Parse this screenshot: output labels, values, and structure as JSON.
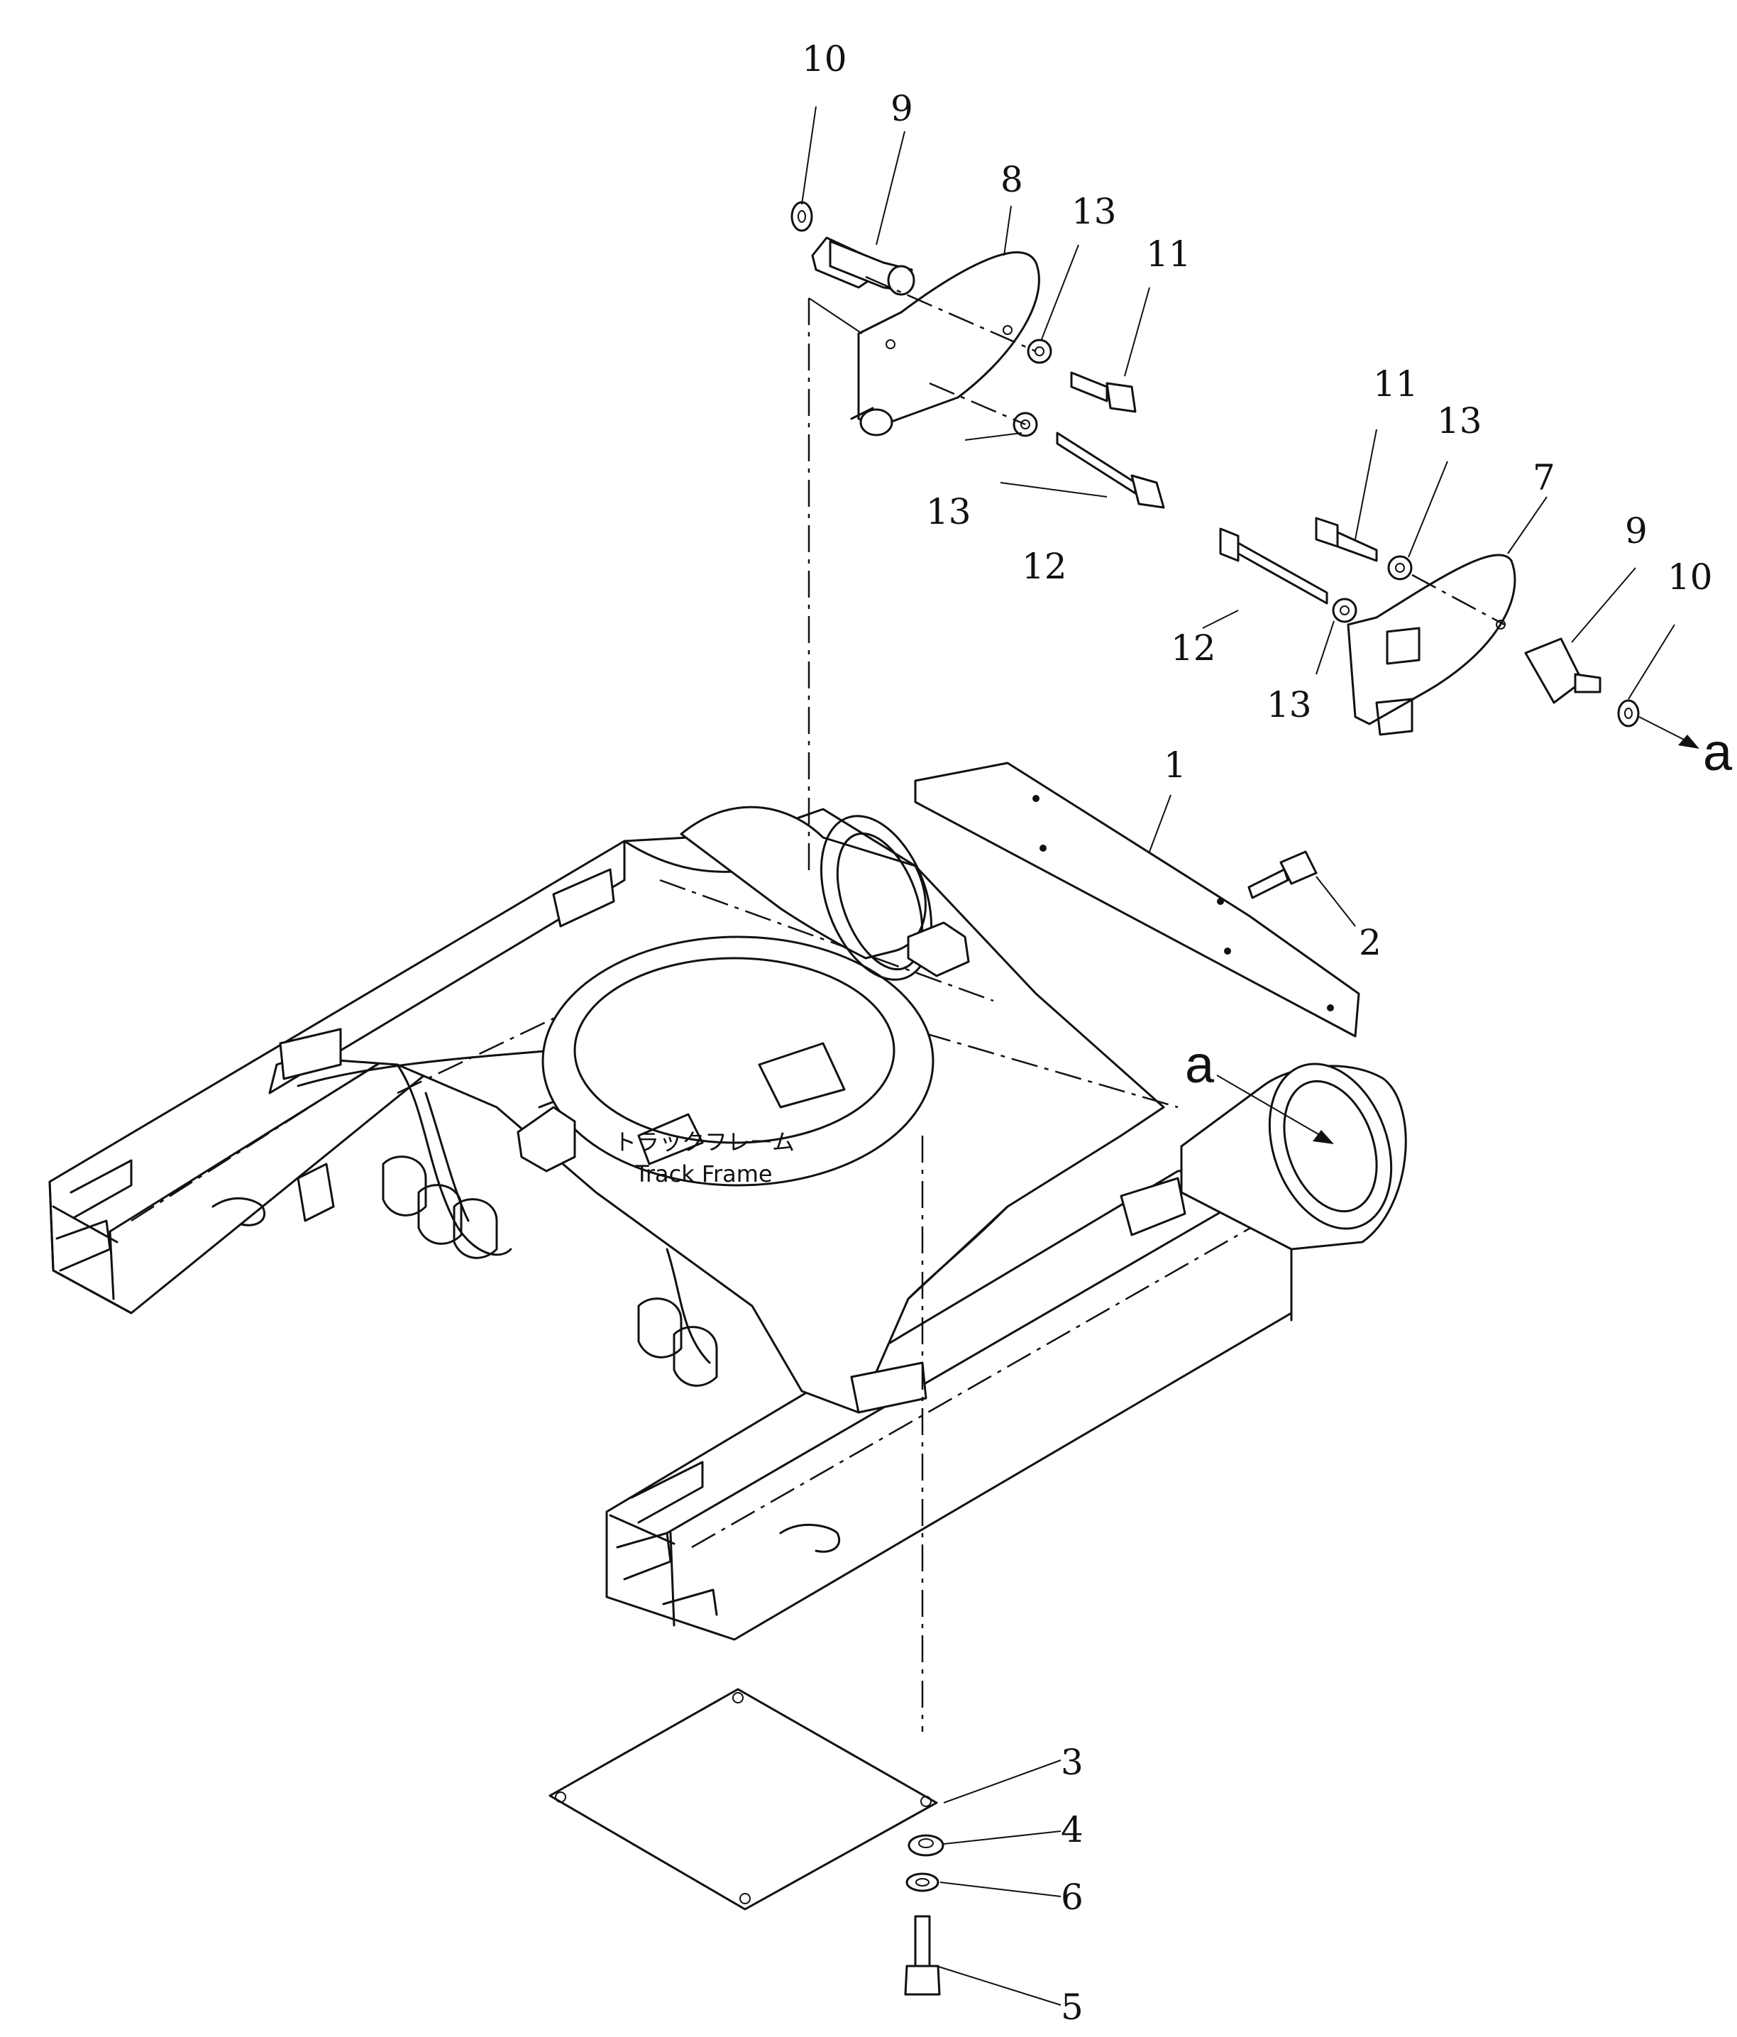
{
  "diagram": {
    "caption_jp": "トラックフレーム",
    "caption_en": "Track Frame",
    "view_marker": "a",
    "callouts": [
      "1",
      "2",
      "3",
      "4",
      "5",
      "6",
      "7",
      "8",
      "9",
      "10",
      "11",
      "12",
      "13"
    ]
  },
  "labels": {
    "n1": "1",
    "n2": "2",
    "n3": "3",
    "n4": "4",
    "n5": "5",
    "n6": "6",
    "n7": "7",
    "n8": "8",
    "n9_top": "9",
    "n9_right": "9",
    "n10_top": "10",
    "n10_right": "10",
    "n11_top": "11",
    "n11_right": "11",
    "n12_top": "12",
    "n12_right": "12",
    "n13_a": "13",
    "n13_b": "13",
    "n13_c": "13",
    "n13_d": "13",
    "a_arrow": "a",
    "a_frame": "a"
  }
}
